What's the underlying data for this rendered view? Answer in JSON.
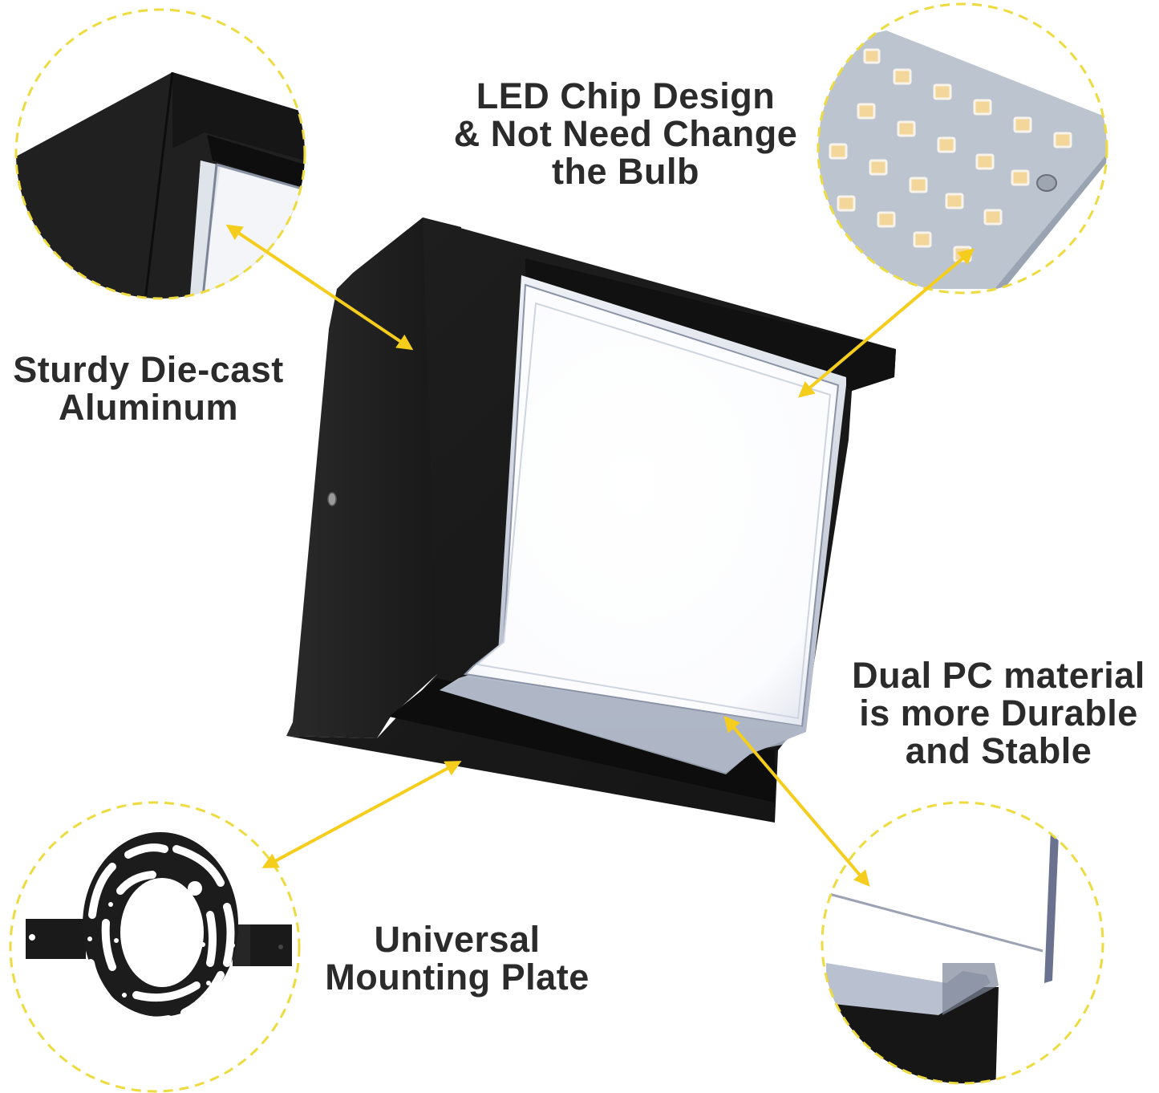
{
  "infographic": {
    "subject": "Square LED outdoor wall light",
    "colors": {
      "background": "#ffffff",
      "accent_yellow": "#f5cd1c",
      "dashed_circle": "#eedb3f",
      "text": "#2b2b2b",
      "housing_black": "#1c1c1c",
      "lens_white": "#ffffff",
      "led_board": "#bcc4d0",
      "led_chip": "#f3d79a"
    },
    "callouts": [
      {
        "id": "led-chip",
        "lines": [
          "LED Chip Design",
          "& Not Need Change",
          "the Bulb"
        ],
        "icon": "led-board-closeup"
      },
      {
        "id": "die-cast",
        "lines": [
          "Sturdy Die-cast",
          "Aluminum"
        ],
        "icon": "housing-corner-closeup"
      },
      {
        "id": "pc-material",
        "lines": [
          "Dual PC material",
          "is more Durable",
          "and Stable"
        ],
        "icon": "pc-diffuser-closeup"
      },
      {
        "id": "mounting-plate",
        "lines": [
          "Universal",
          "Mounting Plate"
        ],
        "icon": "mounting-plate-closeup"
      }
    ]
  }
}
